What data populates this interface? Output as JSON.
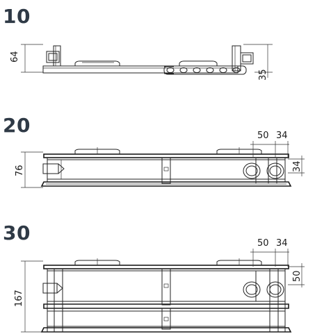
{
  "panels": [
    {
      "type_label": "10",
      "height_dim": "64",
      "connector_dim": "35"
    },
    {
      "type_label": "20",
      "height_dim": "76",
      "offset_dim_a": "50",
      "offset_dim_b": "34",
      "connector_dim": "34"
    },
    {
      "type_label": "30",
      "height_dim": "167",
      "offset_dim_a": "50",
      "offset_dim_b": "34",
      "connector_dim": "50"
    }
  ]
}
